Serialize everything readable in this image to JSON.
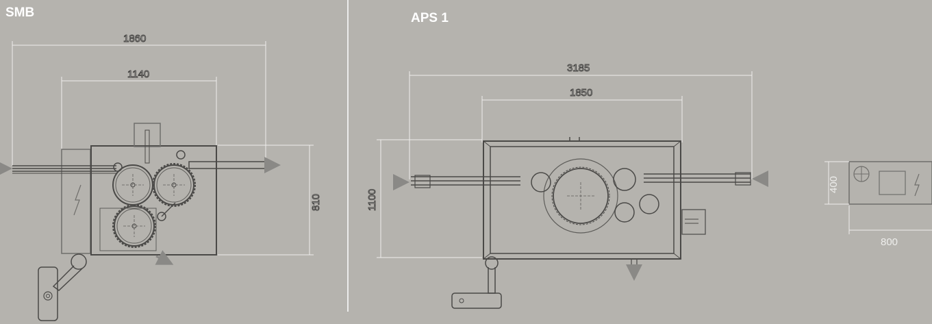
{
  "titles": {
    "left": "SMB",
    "right": "APS 1"
  },
  "dimensions": {
    "smb_width_total": "1860",
    "smb_width_body": "1140",
    "smb_depth": "810",
    "aps_width_total": "3185",
    "aps_width_body": "1850",
    "aps_depth": "1100",
    "cabinet_height": "400",
    "cabinet_width": "800"
  },
  "colors": {
    "background": "#b5b3ae",
    "line": "#6f6e6b",
    "dim": "#eeeeec",
    "divider": "#ffffff"
  }
}
